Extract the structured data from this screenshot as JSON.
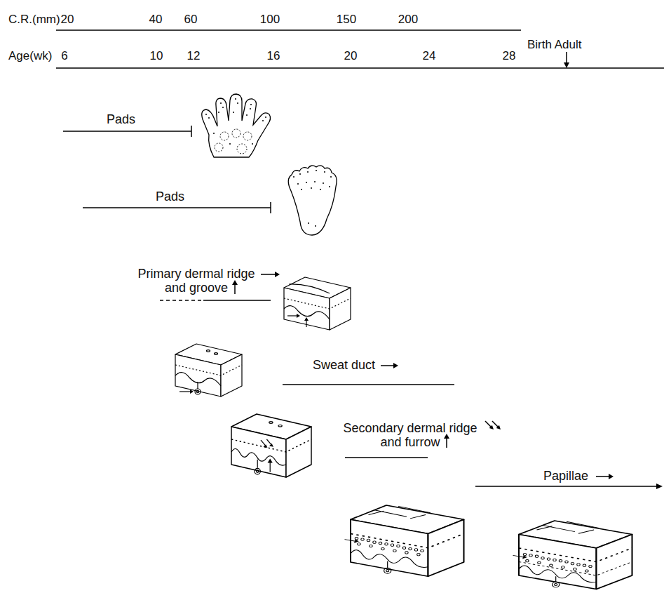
{
  "diagram": {
    "labels": [
      "C.R.(mm)",
      "20",
      "40",
      "60",
      "100",
      "150",
      "200",
      "Age(wk)",
      "6",
      "10",
      "12",
      "16",
      "20",
      "24",
      "28",
      "Birth Adult",
      "Pads",
      "Pads",
      "Primary dermal ridge and groove",
      "Sweat duct",
      "Secondary dermal ridge and furrow",
      "Papillae"
    ]
  }
}
